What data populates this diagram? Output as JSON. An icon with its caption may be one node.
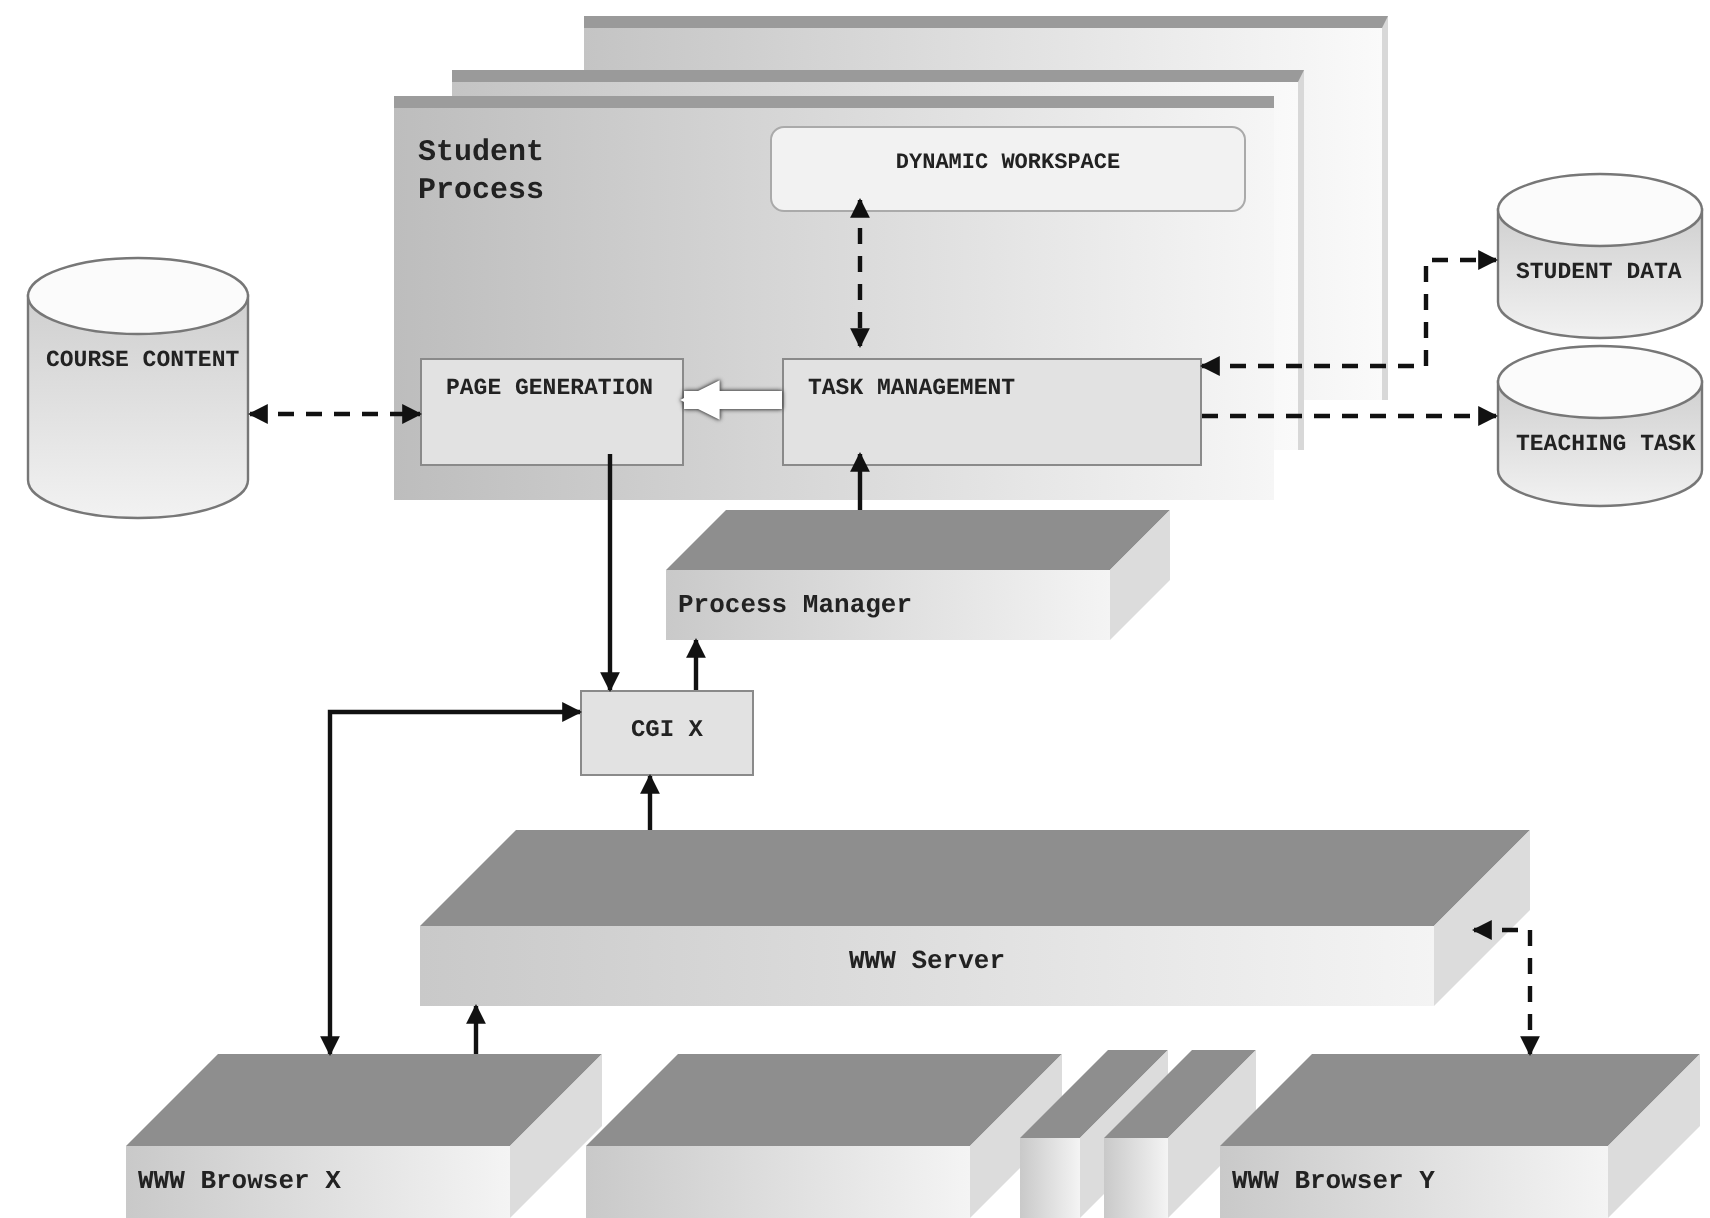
{
  "diagram": {
    "nodes": [
      {
        "text": [
          "Student Process"
        ]
      },
      {
        "text": [
          "DYNAMIC WORKSPACE"
        ],
        "in": 0
      },
      {
        "text": [
          "PAGE GENERATION"
        ],
        "in": 0
      },
      {
        "text": [
          "TASK MANAGEMENT"
        ],
        "in": 0
      },
      {
        "text": [
          "COURSE CONTENT"
        ]
      },
      {
        "text": [
          "STUDENT DATA"
        ]
      },
      {
        "text": [
          "TEACHING TASK"
        ]
      },
      {
        "text": [
          "Process Manager"
        ]
      },
      {
        "text": [
          "CGI X"
        ]
      },
      {
        "text": [
          "WWW Server"
        ]
      },
      {
        "text": [
          "WWW Browser X"
        ]
      },
      {
        "text": [],
        "shape": "box"
      },
      {
        "text": [],
        "shape": "box"
      },
      {
        "text": [],
        "shape": "box"
      },
      {
        "text": [
          "WWW Browser Y"
        ]
      }
    ],
    "edges": [
      {
        "from": 4,
        "to": 2,
        "arrow": "both",
        "style": "dashed"
      },
      {
        "from": 3,
        "to": 2,
        "arrow": "to",
        "style": "thick",
        "color": "#ffffff"
      },
      {
        "from": 1,
        "to": 3,
        "arrow": "both",
        "style": "dashed"
      },
      {
        "from": 3,
        "to": 5,
        "arrow": "both",
        "style": "dashed"
      },
      {
        "from": 3,
        "to": 6,
        "arrow": "to",
        "style": "dashed"
      },
      {
        "from": 7,
        "to": 3,
        "arrow": "to"
      },
      {
        "from": 2,
        "to": 8,
        "arrow": "to"
      },
      {
        "from": 8,
        "to": 7,
        "arrow": "to"
      },
      {
        "from": 9,
        "to": 8,
        "arrow": "to"
      },
      {
        "from": 10,
        "to": 9,
        "arrow": "to"
      },
      {
        "from": 10,
        "to": 8,
        "arrow": "both"
      },
      {
        "from": 9,
        "to": 14,
        "arrow": "both",
        "style": "dashed"
      }
    ]
  }
}
